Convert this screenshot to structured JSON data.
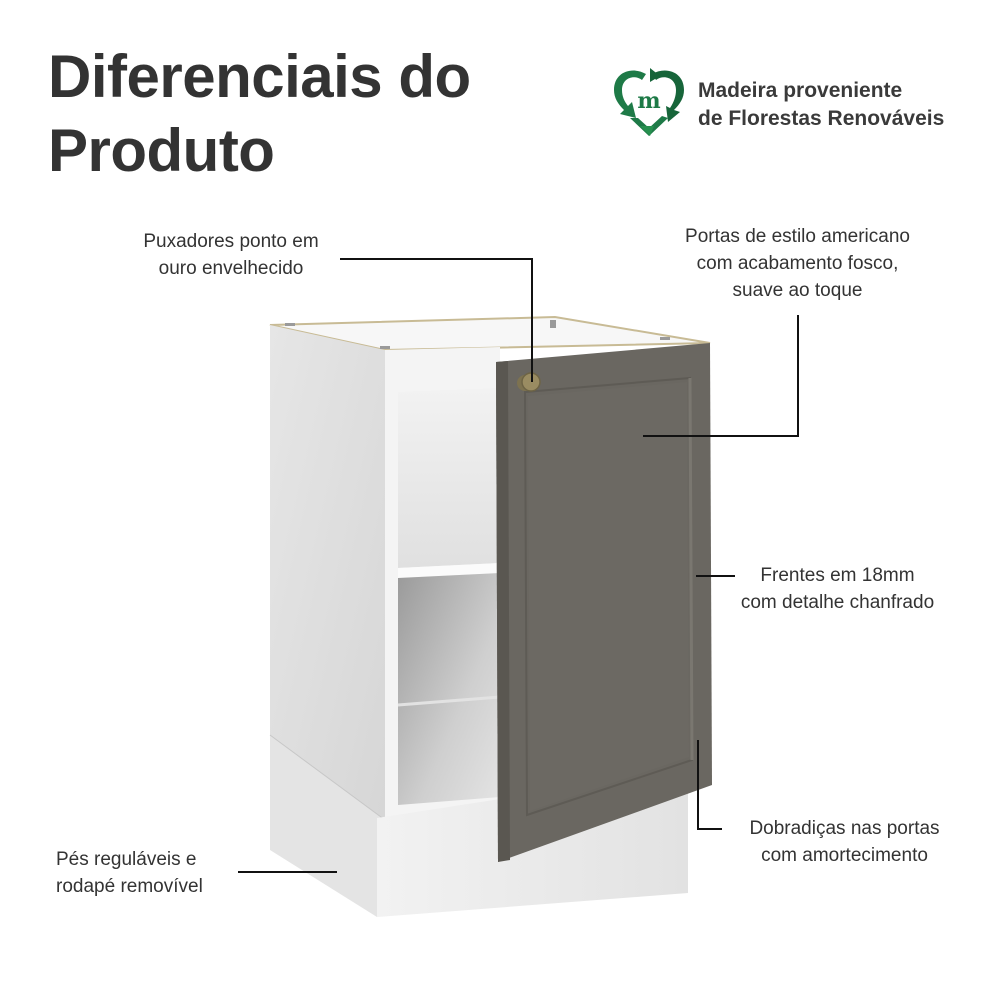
{
  "header": {
    "title_line1": "Diferenciais do",
    "title_line2": "Produto"
  },
  "badge": {
    "icon": "recycle-heart-m-icon",
    "line1": "Madeira proveniente",
    "line2": "de Florestas Renováveis",
    "color": "#1e7a47"
  },
  "product": {
    "body_color": "#e8e8e8",
    "door_color": "#6a6761",
    "handle_color": "#8a7d55"
  },
  "annotations": [
    {
      "id": "handles",
      "line1": "Puxadores ponto em",
      "line2": "ouro envelhecido"
    },
    {
      "id": "doors",
      "line1": "Portas de estilo americano",
      "line2": "com acabamento fosco,",
      "line3": "suave ao toque"
    },
    {
      "id": "fronts",
      "line1": "Frentes em 18mm",
      "line2": "com detalhe chanfrado"
    },
    {
      "id": "hinges",
      "line1": "Dobradiças nas portas",
      "line2": "com amortecimento"
    },
    {
      "id": "feet",
      "line1": "Pés reguláveis e",
      "line2": "rodapé removível"
    }
  ]
}
